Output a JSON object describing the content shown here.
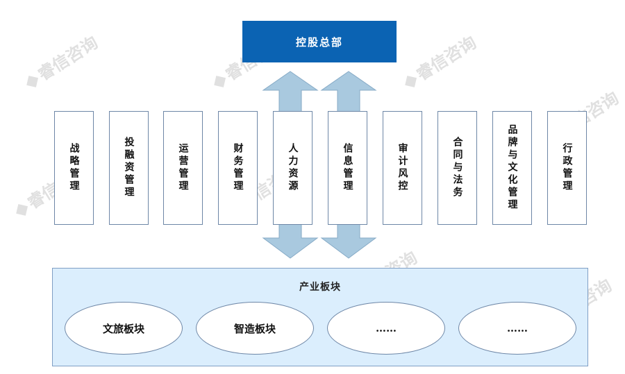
{
  "headquarters": {
    "label": "控股总部"
  },
  "departments": [
    {
      "label": "战略管理"
    },
    {
      "label": "投融资管理"
    },
    {
      "label": "运营管理"
    },
    {
      "label": "财务管理"
    },
    {
      "label": "人力资源"
    },
    {
      "label": "信息管理"
    },
    {
      "label": "审计风控"
    },
    {
      "label": "合同与法务"
    },
    {
      "label": "品牌与文化管理"
    },
    {
      "label": "行政管理"
    }
  ],
  "industry": {
    "title": "产业板块",
    "segments": [
      {
        "label": "文旅板块"
      },
      {
        "label": "智造板块"
      },
      {
        "label": "……"
      },
      {
        "label": "……"
      }
    ]
  },
  "watermark": "睿信咨询",
  "colors": {
    "hq_fill": "#0b63b3",
    "arrow_fill": "#a9c9df",
    "industry_fill": "#dbeefd",
    "border": "#6d86a6"
  }
}
